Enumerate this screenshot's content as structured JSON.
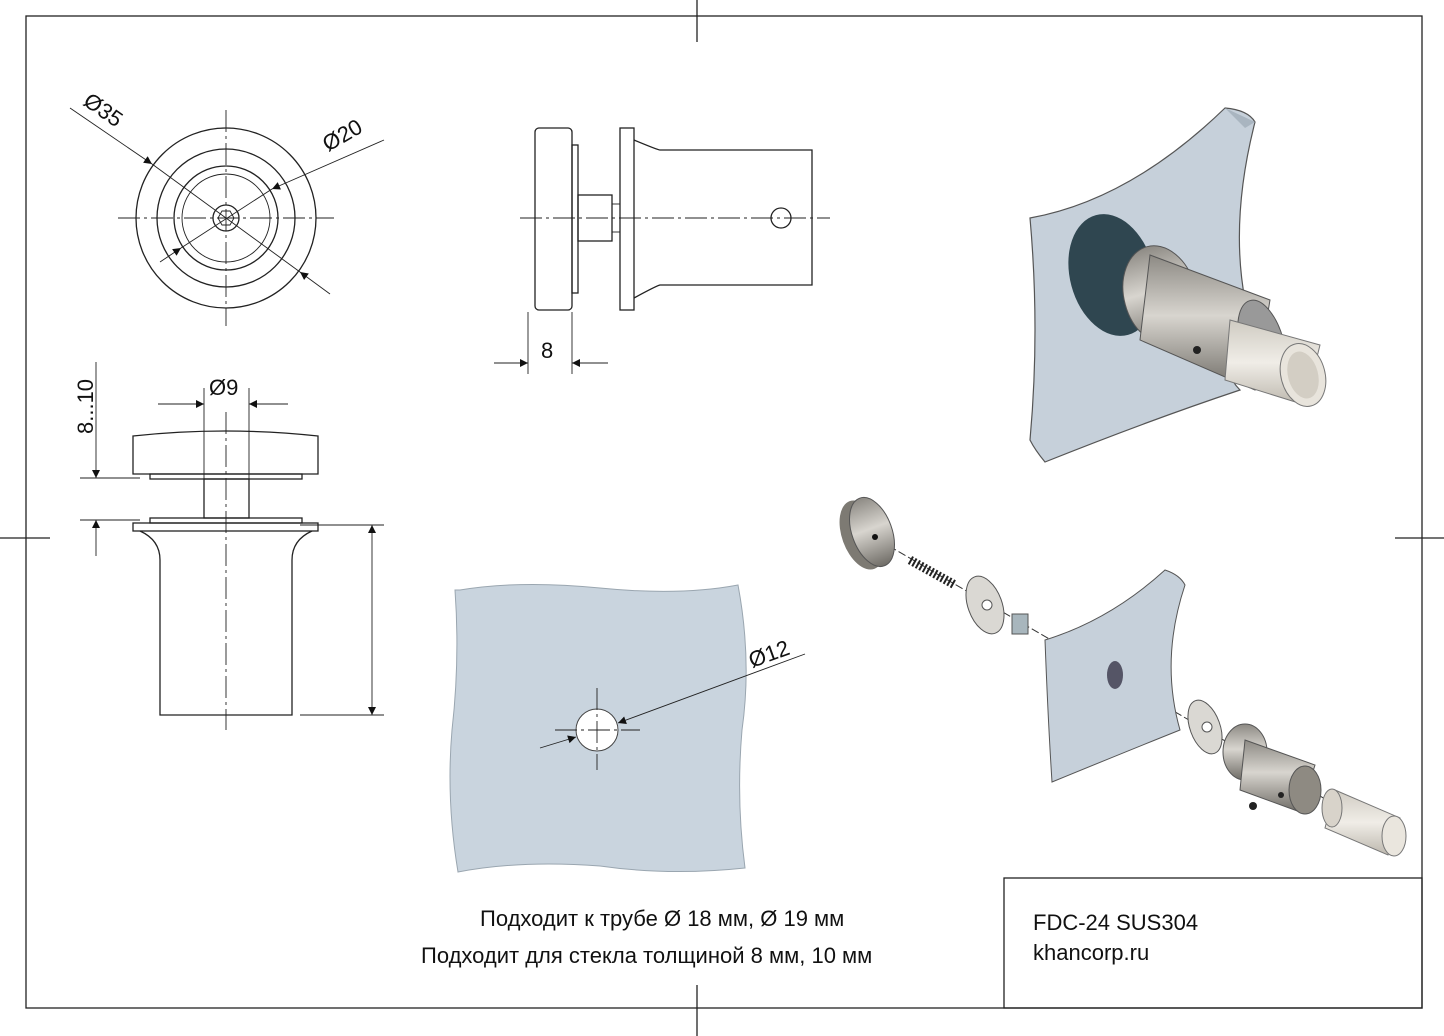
{
  "dimensions": {
    "outer_diameter": "Ø35",
    "inner_diameter": "Ø20",
    "plate_thickness": "8",
    "bolt_diameter": "Ø9",
    "glass_thickness": "8...10",
    "hole_diameter": "Ø12"
  },
  "notes": {
    "line1": "Подходит к трубе Ø 18 мм, Ø 19 мм",
    "line2": "Подходит для стекла толщиной 8 мм, 10 мм"
  },
  "title_block": {
    "model": "FDC-24 SUS304",
    "website": "khancorp.ru"
  },
  "colors": {
    "glass": "#c9d4de",
    "steel": "#a8a49c",
    "gasket": "#2f4650",
    "tube": "#e6e2da"
  }
}
